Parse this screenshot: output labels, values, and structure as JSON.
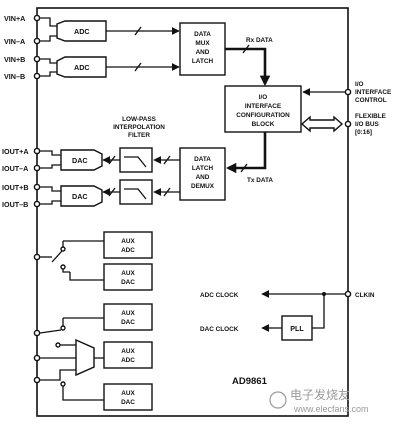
{
  "pins_left": [
    "VIN+A",
    "VIN–A",
    "VIN+B",
    "VIN–B",
    "IOUT+A",
    "IOUT–A",
    "IOUT+B",
    "IOUT–B"
  ],
  "blocks": {
    "adc_a": "ADC",
    "adc_b": "ADC",
    "data_mux": [
      "DATA",
      "MUX",
      "AND",
      "LATCH"
    ],
    "io_config": [
      "I/O",
      "INTERFACE",
      "CONFIGURATION",
      "BLOCK"
    ],
    "lowpass_title": [
      "LOW-PASS",
      "INTERPOLATION",
      "FILTER"
    ],
    "dac_a": "DAC",
    "dac_b": "DAC",
    "data_latch": [
      "DATA",
      "LATCH",
      "AND",
      "DEMUX"
    ],
    "aux_adc_1": [
      "AUX",
      "ADC"
    ],
    "aux_dac_1": [
      "AUX",
      "DAC"
    ],
    "aux_dac_2": [
      "AUX",
      "DAC"
    ],
    "aux_adc_2": [
      "AUX",
      "ADC"
    ],
    "aux_dac_3": [
      "AUX",
      "DAC"
    ],
    "pll": "PLL"
  },
  "signals": {
    "rx_data": "Rx DATA",
    "tx_data": "Tx DATA",
    "io_control": [
      "I/O",
      "INTERFACE",
      "CONTROL"
    ],
    "io_bus": [
      "FLEXIBLE",
      "I/O BUS",
      "[0:16]"
    ],
    "adc_clock": "ADC CLOCK",
    "dac_clock": "DAC CLOCK",
    "clkin": "CLKIN"
  },
  "part_number": "AD9861",
  "watermark": [
    "电子发烧友",
    "www.elecfans.com"
  ]
}
